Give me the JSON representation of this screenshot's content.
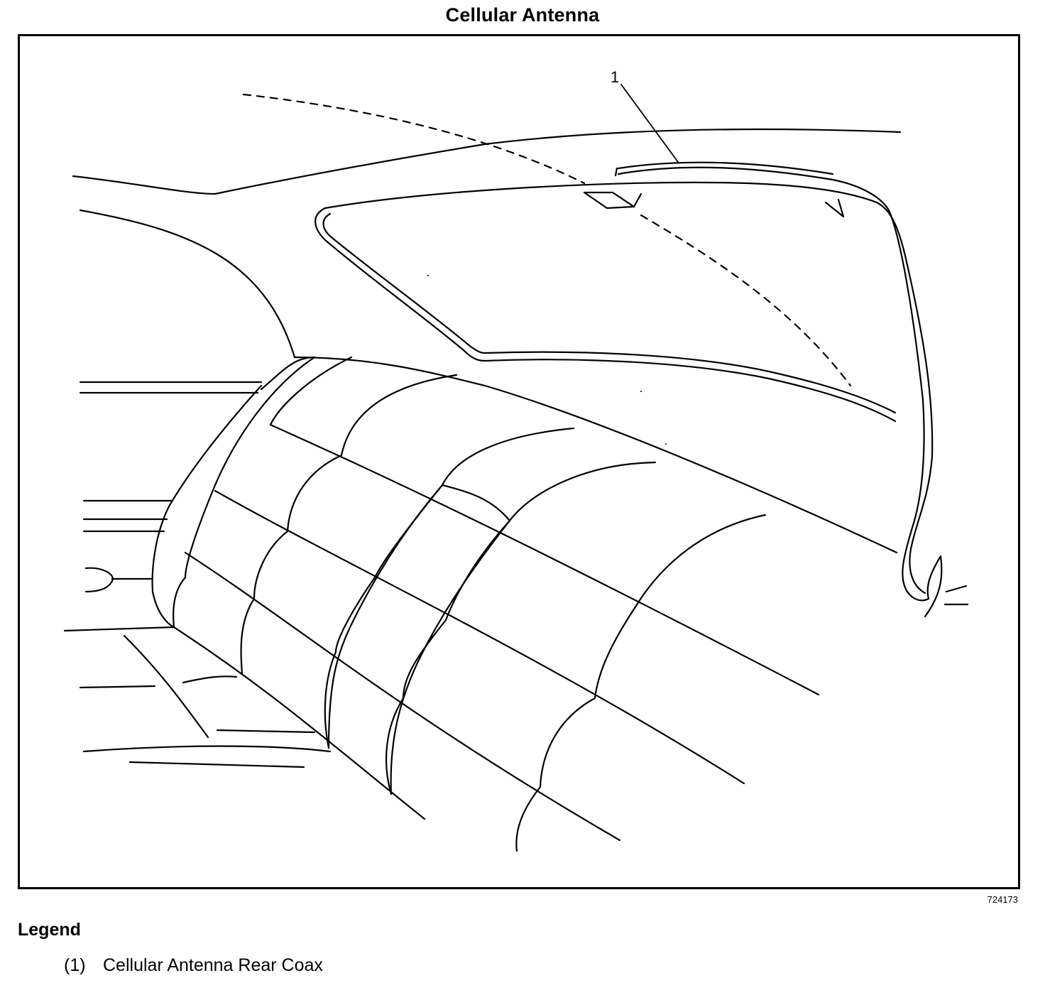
{
  "title": "Cellular Antenna",
  "figure_number": "724173",
  "callouts": [
    {
      "id": "1",
      "label": "1"
    }
  ],
  "legend": {
    "heading": "Legend",
    "items": [
      {
        "number": "(1)",
        "text": "Cellular Antenna Rear Coax"
      }
    ]
  }
}
